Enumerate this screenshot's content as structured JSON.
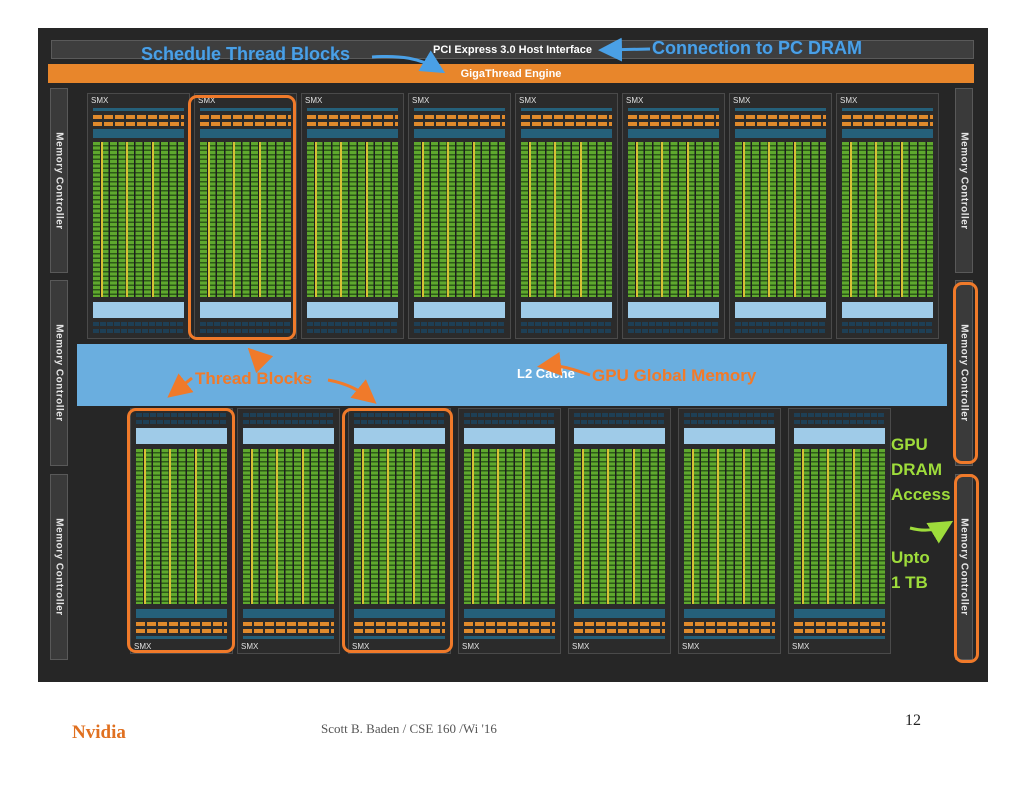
{
  "slide": {
    "host_interface": "PCI Express 3.0 Host Interface",
    "gigathread": "GigaThread Engine",
    "memory_controller": "Memory Controller",
    "l2_cache": "L2 Cache",
    "smx_label": "SMX",
    "annotations": {
      "schedule_thread_blocks": "Schedule Thread Blocks",
      "connection_to_pc": "Connection to PC  DRAM",
      "thread_blocks": "Thread Blocks",
      "gpu_global_memory": "GPU Global Memory",
      "gpu_dram_access_line1": "GPU",
      "gpu_dram_access_line2": "DRAM",
      "gpu_dram_access_line3": "Access",
      "upto_line1": "Upto",
      "upto_line2": "1 TB"
    },
    "colors": {
      "annotation_blue": "#4aa0e6",
      "highlight_orange": "#f07a2a",
      "annotation_green": "#9edc3b",
      "core_green": "#5fa82e",
      "l2_blue": "#6aaedf"
    }
  },
  "footer": {
    "source": "Nvidia",
    "author": "Scott B. Baden / CSE 160 /Wi '16",
    "page_number": "12"
  }
}
